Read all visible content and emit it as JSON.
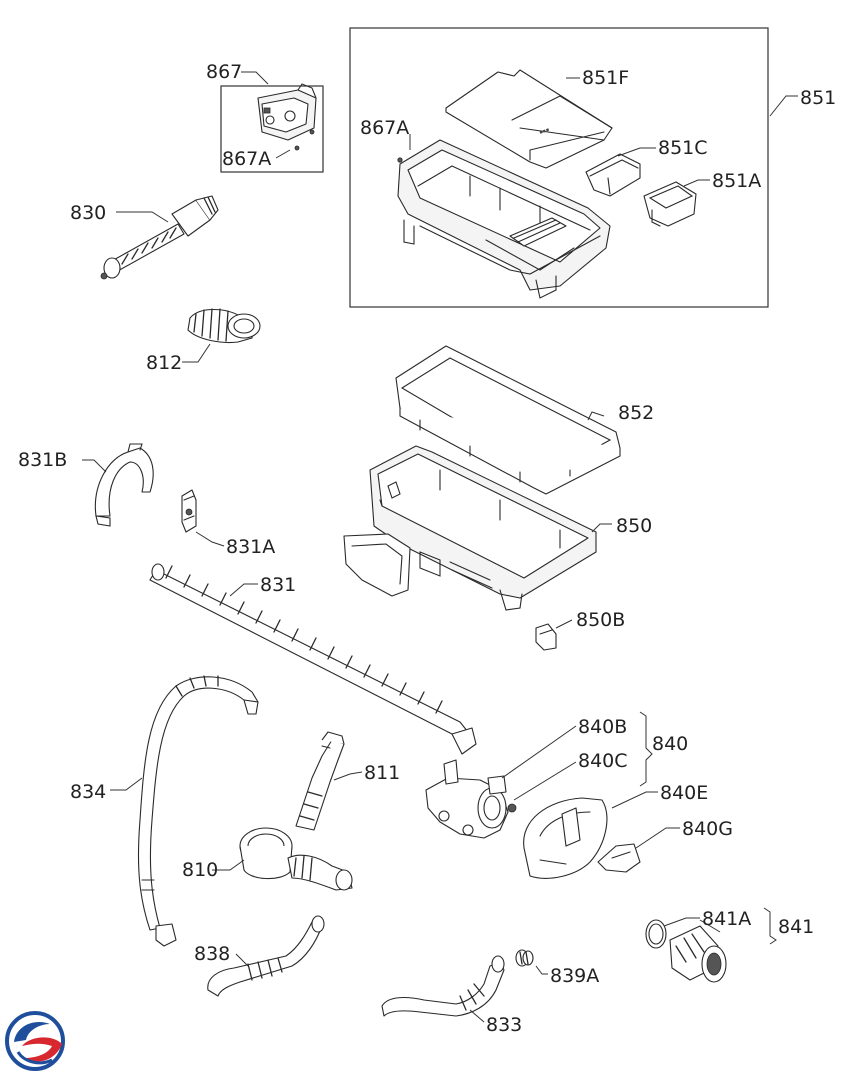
{
  "diagram": {
    "labels": {
      "p867": "867",
      "p867A_top": "867A",
      "p867A_box": "867A",
      "p851": "851",
      "p851F": "851F",
      "p851C": "851C",
      "p851A": "851A",
      "p830": "830",
      "p812": "812",
      "p852": "852",
      "p831B": "831B",
      "p831A": "831A",
      "p850": "850",
      "p831": "831",
      "p850B": "850B",
      "p840B": "840B",
      "p840C": "840C",
      "p840": "840",
      "p834": "834",
      "p811": "811",
      "p840E": "840E",
      "p840G": "840G",
      "p810": "810",
      "p841A": "841A",
      "p841": "841",
      "p838": "838",
      "p839A": "839A",
      "p833": "833"
    },
    "logo": {
      "icon": "brand-swirl-logo-icon",
      "colors": {
        "red": "#d7282f",
        "blue": "#1f4e9c"
      }
    }
  }
}
